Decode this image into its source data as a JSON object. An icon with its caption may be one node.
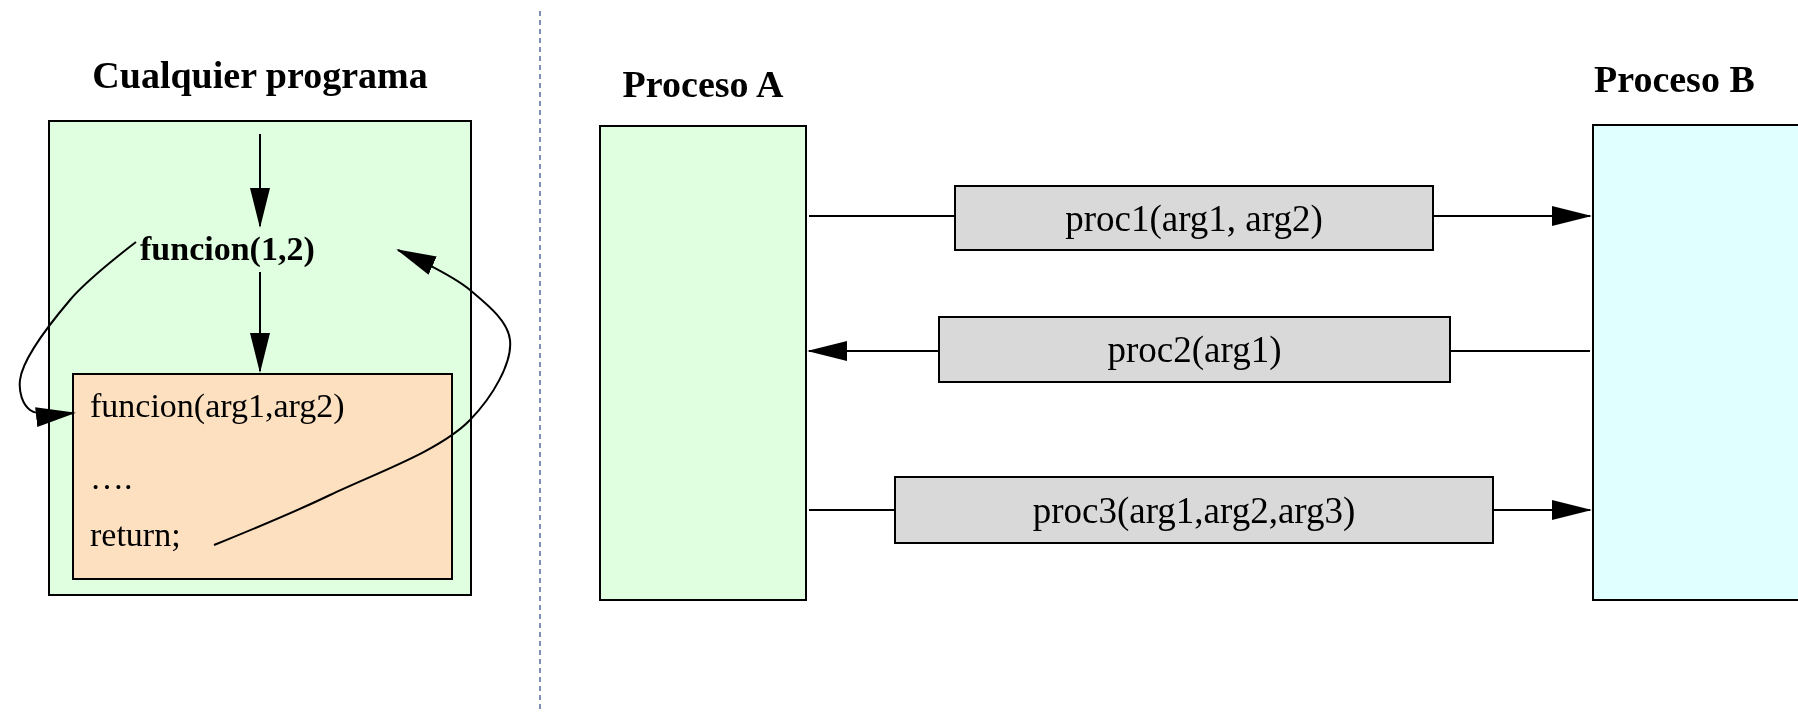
{
  "diagram": {
    "nodes": [
      {
        "text": [
          "Cualquier programa"
        ]
      },
      {
        "text": [
          "funcion(1,2)"
        ],
        "in": 0
      },
      {
        "text": [
          "funcion(arg1,arg2)",
          "….",
          "return;"
        ],
        "in": 0
      },
      {
        "text": [
          "Proceso A"
        ]
      },
      {
        "text": [
          "Proceso B"
        ]
      }
    ],
    "edges": [
      {
        "from": null,
        "to": 1,
        "arrow": "to"
      },
      {
        "from": 1,
        "to": 2,
        "arrow": "to"
      },
      {
        "from": 1,
        "to": 2,
        "arrow": "to"
      },
      {
        "from": 2,
        "to": 1,
        "arrow": "to"
      },
      {
        "from": 3,
        "to": 4,
        "label": "proc1(arg1, arg2)",
        "arrow": "to"
      },
      {
        "from": 4,
        "to": 3,
        "label": "proc2(arg1)",
        "arrow": "to"
      },
      {
        "from": 3,
        "to": 4,
        "label": "proc3(arg1,arg2,arg3)",
        "arrow": "to"
      }
    ]
  }
}
